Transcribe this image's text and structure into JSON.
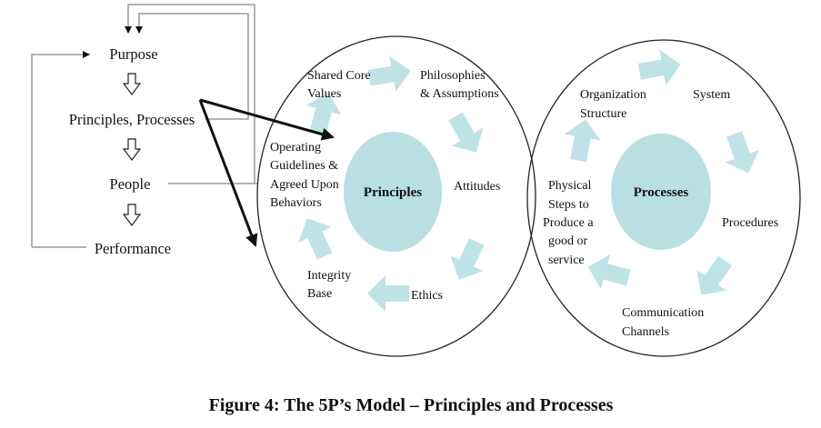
{
  "colors": {
    "arrow_fill": "#bfe2e6",
    "inner_circle": "#b9dfe3",
    "line": "#9a9a9a"
  },
  "left_flow": {
    "items": [
      "Purpose",
      "Principles, Processes",
      "People",
      "Performance"
    ]
  },
  "principles_circle": {
    "center_label": "Principles",
    "items": [
      [
        "Shared Core",
        "Values"
      ],
      [
        "Philosophies",
        "& Assumptions"
      ],
      [
        "Attitudes"
      ],
      [
        "Ethics"
      ],
      [
        "Integrity",
        "Base"
      ],
      [
        "Operating",
        "Guidelines &",
        "Agreed Upon",
        "Behaviors"
      ]
    ]
  },
  "processes_circle": {
    "center_label": "Processes",
    "items": [
      [
        "Organization",
        "Structure"
      ],
      [
        "System"
      ],
      [
        "Procedures"
      ],
      [
        "Communication",
        "Channels"
      ],
      [
        "Physical",
        "Steps to",
        "Produce a",
        "good or",
        "service"
      ]
    ]
  },
  "caption": "Figure 4: The 5P’s Model – Principles and Processes"
}
